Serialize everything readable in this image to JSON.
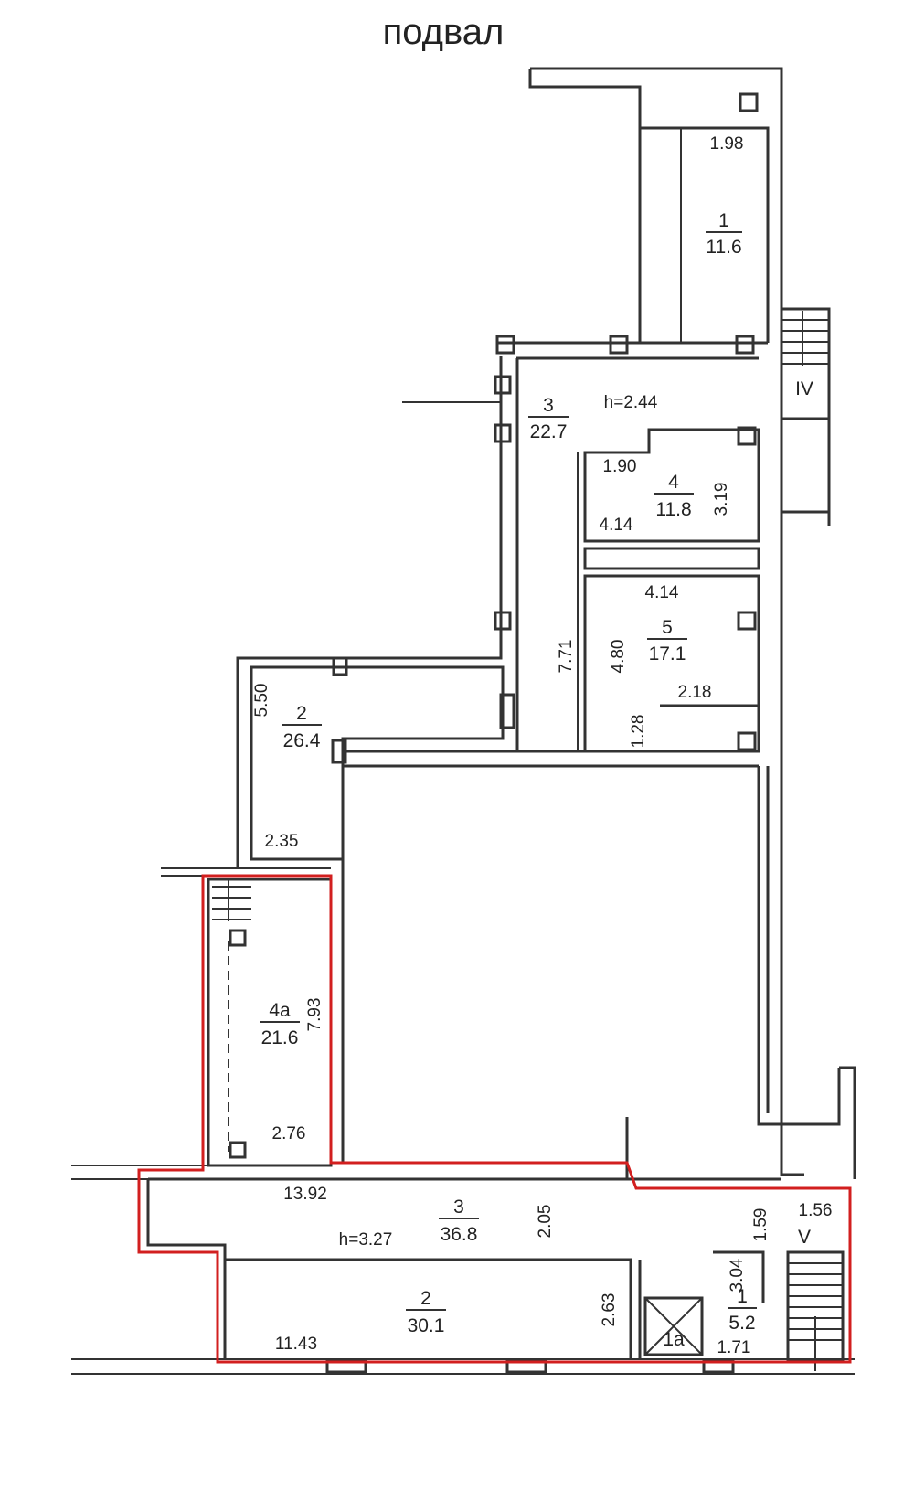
{
  "title": "подвал",
  "colors": {
    "wall": "#333333",
    "highlight": "#d21f1f",
    "background": "#ffffff"
  },
  "stairs": {
    "upper": "IV",
    "lower": "V"
  },
  "rooms": [
    {
      "id": "r1",
      "number": "1",
      "area": "11.6"
    },
    {
      "id": "r2",
      "number": "2",
      "area": "26.4"
    },
    {
      "id": "r3",
      "number": "3",
      "area": "22.7"
    },
    {
      "id": "r4",
      "number": "4",
      "area": "11.8"
    },
    {
      "id": "r5",
      "number": "5",
      "area": "17.1"
    },
    {
      "id": "r4a",
      "number": "4а",
      "area": "21.6"
    },
    {
      "id": "r3b",
      "number": "3",
      "area": "36.8"
    },
    {
      "id": "r2b",
      "number": "2",
      "area": "30.1"
    },
    {
      "id": "r1b",
      "number": "1",
      "area": "5.2"
    },
    {
      "id": "r1a",
      "number": "1а",
      "area": ""
    }
  ],
  "dimensions": {
    "d1_98": "1.98",
    "h_2_44": "h=2.44",
    "d1_90": "1.90",
    "d4_14a": "4.14",
    "d3_19": "3.19",
    "d4_14b": "4.14",
    "d7_71": "7.71",
    "d4_80": "4.80",
    "d2_18": "2.18",
    "d1_28": "1.28",
    "d5_50": "5.50",
    "d2_35": "2.35",
    "d7_93": "7.93",
    "d2_76": "2.76",
    "d13_92": "13.92",
    "d2_05": "2.05",
    "h_3_27": "h=3.27",
    "d1_59": "1.59",
    "d1_56": "1.56",
    "d3_04": "3.04",
    "d11_43": "11.43",
    "d2_63": "2.63",
    "d1_71": "1.71"
  }
}
